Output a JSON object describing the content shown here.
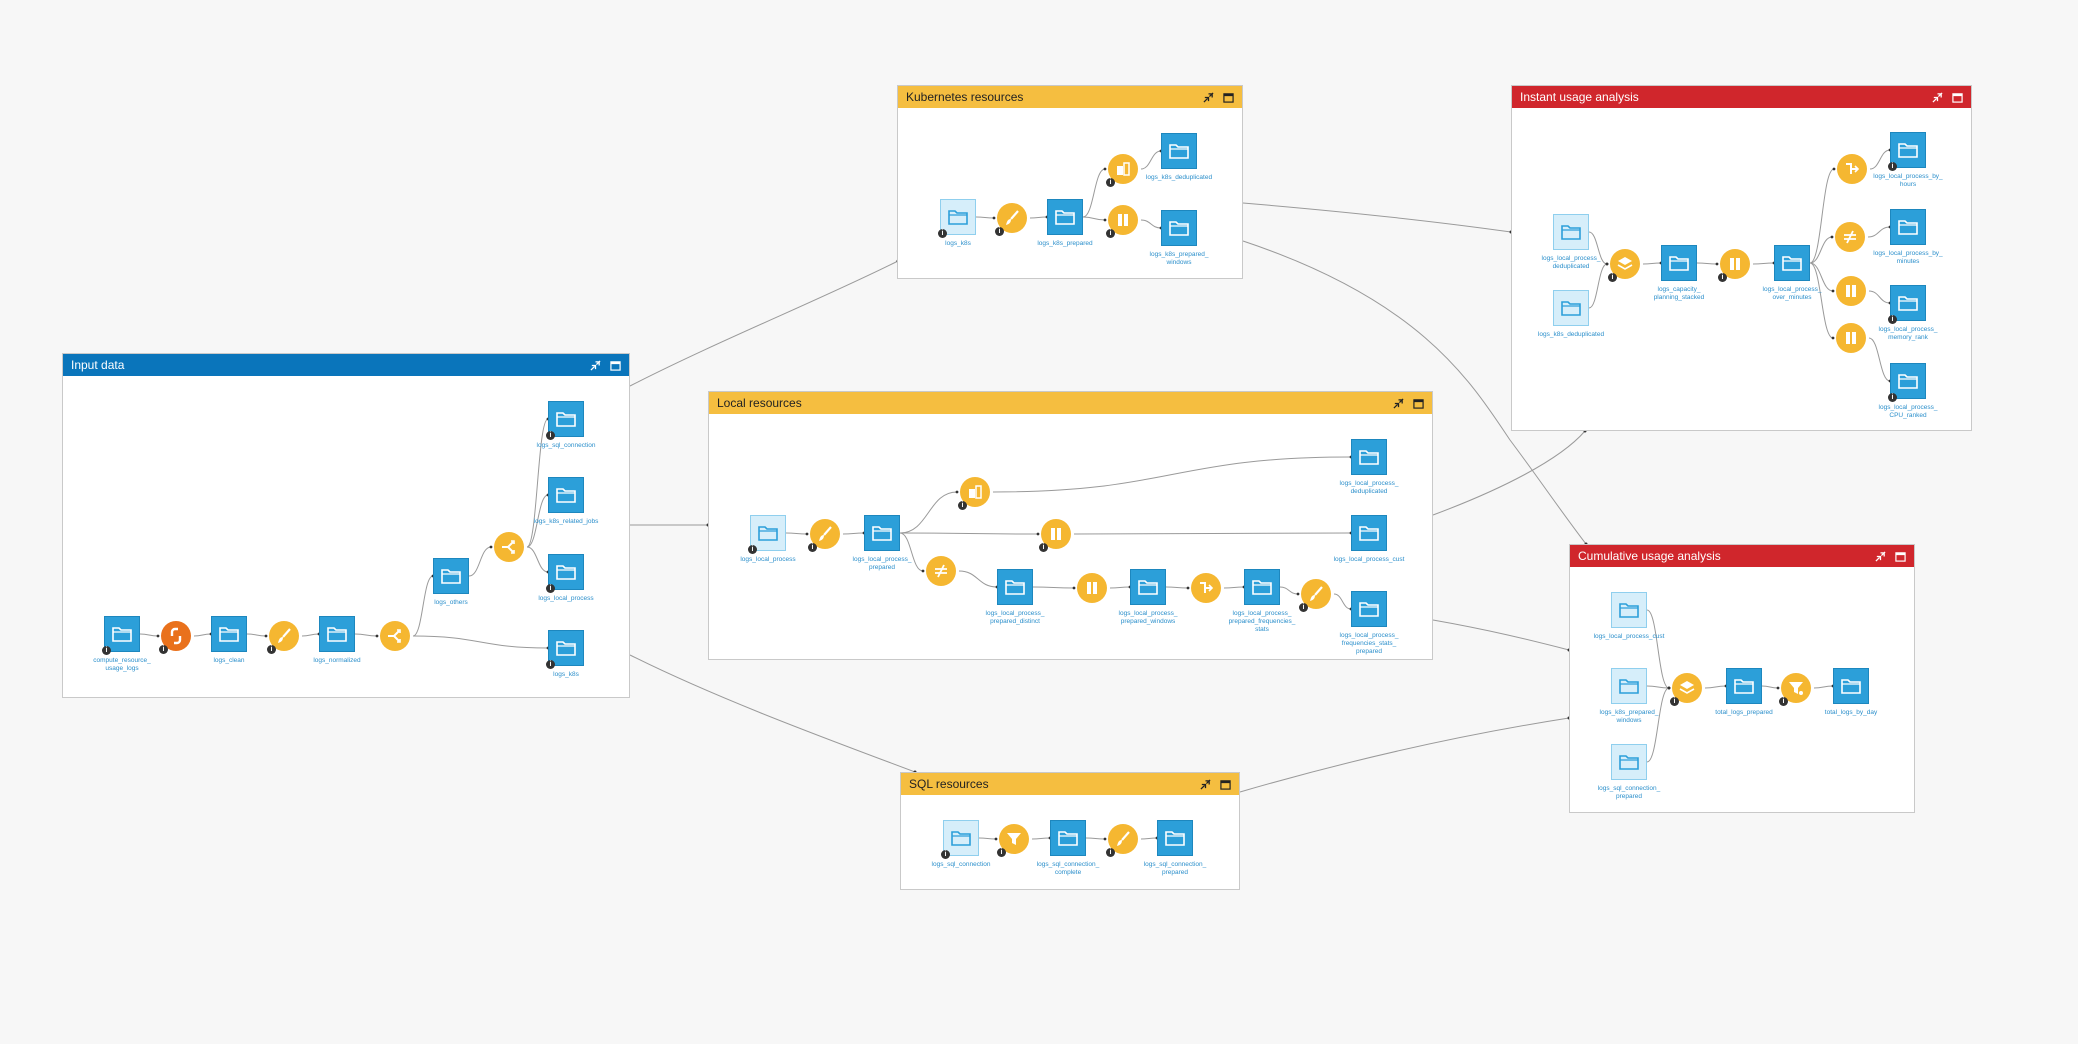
{
  "colors": {
    "background": "#f7f7f7",
    "input_zone": "#0a75bb",
    "resources_zone": "#f5be40",
    "analysis_zone": "#d0262c",
    "dataset": "#2c9fd9",
    "recipe_visual": "#f5b731",
    "recipe_code": "#e9711c",
    "link": "#9a9a9a"
  },
  "zones": [
    {
      "id": "input",
      "title": "Input data",
      "nodes": [
        {
          "type": "dataset",
          "label": "compute_resource_\nusage_logs",
          "icon": "folder-icon",
          "badge": true
        },
        {
          "type": "recipe",
          "icon": "python-icon",
          "style": "code",
          "badge": true
        },
        {
          "type": "dataset",
          "label": "logs_clean",
          "icon": "folder-icon"
        },
        {
          "type": "recipe",
          "icon": "prepare-brush-icon",
          "badge": true
        },
        {
          "type": "dataset",
          "label": "logs_normalized",
          "icon": "folder-icon"
        },
        {
          "type": "recipe",
          "icon": "split-icon"
        },
        {
          "type": "dataset",
          "label": "logs_others",
          "icon": "folder-icon"
        },
        {
          "type": "recipe",
          "icon": "split-icon"
        },
        {
          "type": "dataset",
          "label": "logs_sql_connection",
          "icon": "folder-icon",
          "badge": true
        },
        {
          "type": "dataset",
          "label": "logs_k8s_related_jobs",
          "icon": "folder-icon"
        },
        {
          "type": "dataset",
          "label": "logs_local_process",
          "icon": "folder-icon",
          "badge": true
        },
        {
          "type": "dataset",
          "label": "logs_k8s",
          "icon": "folder-icon",
          "badge": true
        }
      ]
    },
    {
      "id": "k8s",
      "title": "Kubernetes resources",
      "nodes": [
        {
          "type": "dataset",
          "label": "logs_k8s",
          "icon": "folder-icon",
          "shared": true,
          "badge": true
        },
        {
          "type": "recipe",
          "icon": "prepare-brush-icon",
          "badge": true
        },
        {
          "type": "dataset",
          "label": "logs_k8s_prepared",
          "icon": "folder-icon"
        },
        {
          "type": "recipe",
          "icon": "distinct-icon",
          "badge": true
        },
        {
          "type": "recipe",
          "icon": "window-icon",
          "badge": true
        },
        {
          "type": "dataset",
          "label": "logs_k8s_deduplicated",
          "icon": "folder-icon"
        },
        {
          "type": "dataset",
          "label": "logs_k8s_prepared_\nwindows",
          "icon": "folder-icon"
        }
      ]
    },
    {
      "id": "local",
      "title": "Local resources",
      "nodes": [
        {
          "type": "dataset",
          "label": "logs_local_process",
          "icon": "folder-icon",
          "shared": true,
          "badge": true
        },
        {
          "type": "recipe",
          "icon": "prepare-brush-icon",
          "badge": true
        },
        {
          "type": "dataset",
          "label": "logs_local_process_\nprepared",
          "icon": "folder-icon"
        },
        {
          "type": "recipe",
          "icon": "distinct-icon",
          "badge": true
        },
        {
          "type": "recipe",
          "icon": "window-icon",
          "badge": true
        },
        {
          "type": "recipe",
          "icon": "not-equal-icon"
        },
        {
          "type": "dataset",
          "label": "logs_local_process_\nprepared_distinct",
          "icon": "folder-icon"
        },
        {
          "type": "recipe",
          "icon": "window-icon"
        },
        {
          "type": "dataset",
          "label": "logs_local_process_\nprepared_windows",
          "icon": "folder-icon"
        },
        {
          "type": "recipe",
          "icon": "pivot-icon"
        },
        {
          "type": "dataset",
          "label": "logs_local_process_\nprepared_frequencies_\nstats",
          "icon": "folder-icon"
        },
        {
          "type": "recipe",
          "icon": "prepare-brush-icon",
          "badge": true
        },
        {
          "type": "dataset",
          "label": "logs_local_process_\ndeduplicated",
          "icon": "folder-icon"
        },
        {
          "type": "dataset",
          "label": "logs_local_process_cust",
          "icon": "folder-icon"
        },
        {
          "type": "dataset",
          "label": "logs_local_process_\nfrequencies_stats_\nprepared",
          "icon": "folder-icon"
        }
      ]
    },
    {
      "id": "sql",
      "title": "SQL resources",
      "nodes": [
        {
          "type": "dataset",
          "label": "logs_sql_connection",
          "icon": "folder-icon",
          "shared": true,
          "badge": true
        },
        {
          "type": "recipe",
          "icon": "filter-icon",
          "badge": true
        },
        {
          "type": "dataset",
          "label": "logs_sql_connection_\ncomplete",
          "icon": "folder-icon"
        },
        {
          "type": "recipe",
          "icon": "prepare-brush-icon",
          "badge": true
        },
        {
          "type": "dataset",
          "label": "logs_sql_connection_\nprepared",
          "icon": "folder-icon"
        }
      ]
    },
    {
      "id": "instant",
      "title": "Instant usage analysis",
      "nodes": [
        {
          "type": "dataset",
          "label": "logs_local_process_\ndeduplicated",
          "icon": "folder-icon",
          "shared": true
        },
        {
          "type": "dataset",
          "label": "logs_k8s_deduplicated",
          "icon": "folder-icon",
          "shared": true
        },
        {
          "type": "recipe",
          "icon": "stack-icon",
          "badge": true
        },
        {
          "type": "dataset",
          "label": "logs_capacity_\nplanning_stacked",
          "icon": "folder-icon"
        },
        {
          "type": "recipe",
          "icon": "window-icon",
          "badge": true
        },
        {
          "type": "dataset",
          "label": "logs_local_process_\nover_minutes",
          "icon": "folder-icon"
        },
        {
          "type": "recipe",
          "icon": "pivot-icon"
        },
        {
          "type": "recipe",
          "icon": "not-equal-icon"
        },
        {
          "type": "recipe",
          "icon": "window-icon"
        },
        {
          "type": "recipe",
          "icon": "window-icon"
        },
        {
          "type": "dataset",
          "label": "logs_local_process_by_\nhours",
          "icon": "folder-icon",
          "badge": true
        },
        {
          "type": "dataset",
          "label": "logs_local_process_by_\nminutes",
          "icon": "folder-icon"
        },
        {
          "type": "dataset",
          "label": "logs_local_process_\nmemory_rank",
          "icon": "folder-icon",
          "badge": true
        },
        {
          "type": "dataset",
          "label": "logs_local_process_\nCPU_ranked",
          "icon": "folder-icon",
          "badge": true
        }
      ]
    },
    {
      "id": "cumulative",
      "title": "Cumulative usage analysis",
      "nodes": [
        {
          "type": "dataset",
          "label": "logs_local_process_cust",
          "icon": "folder-icon",
          "shared": true
        },
        {
          "type": "dataset",
          "label": "logs_k8s_prepared_\nwindows",
          "icon": "folder-icon",
          "shared": true
        },
        {
          "type": "dataset",
          "label": "logs_sql_connection_\nprepared",
          "icon": "folder-icon",
          "shared": true
        },
        {
          "type": "recipe",
          "icon": "stack-icon",
          "badge": true
        },
        {
          "type": "dataset",
          "label": "total_logs_prepared",
          "icon": "folder-icon"
        },
        {
          "type": "recipe",
          "icon": "group-icon",
          "badge": true
        },
        {
          "type": "dataset",
          "label": "total_logs_by_day",
          "icon": "folder-icon"
        }
      ]
    }
  ]
}
